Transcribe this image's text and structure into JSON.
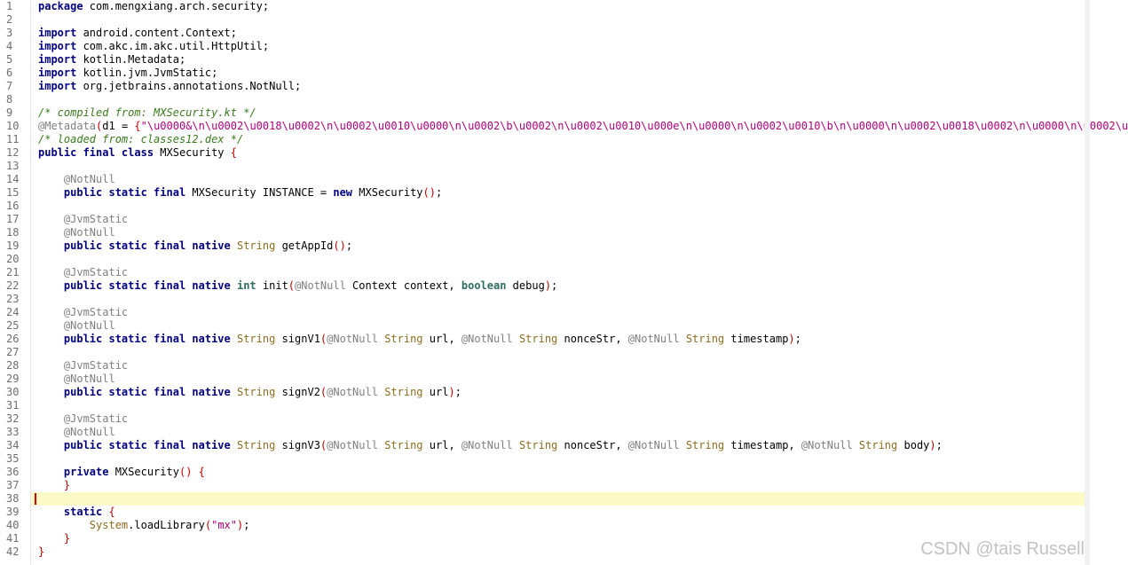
{
  "editor": {
    "lines": [
      {
        "n": "1",
        "t": [
          [
            "kw",
            "package"
          ],
          [
            "ident",
            " com.mengxiang.arch.security;"
          ]
        ]
      },
      {
        "n": "2",
        "t": []
      },
      {
        "n": "3",
        "t": [
          [
            "kw",
            "import"
          ],
          [
            "ident",
            " android.content.Context;"
          ]
        ]
      },
      {
        "n": "4",
        "t": [
          [
            "kw",
            "import"
          ],
          [
            "ident",
            " com.akc.im.akc.util.HttpUtil;"
          ]
        ]
      },
      {
        "n": "5",
        "t": [
          [
            "kw",
            "import"
          ],
          [
            "ident",
            " kotlin.Metadata;"
          ]
        ]
      },
      {
        "n": "6",
        "t": [
          [
            "kw",
            "import"
          ],
          [
            "ident",
            " kotlin.jvm.JvmStatic;"
          ]
        ]
      },
      {
        "n": "7",
        "t": [
          [
            "kw",
            "import"
          ],
          [
            "ident",
            " org.jetbrains.annotations.NotNull;"
          ]
        ]
      },
      {
        "n": "8",
        "t": []
      },
      {
        "n": "9",
        "t": [
          [
            "comment",
            "/* compiled from: MXSecurity.kt */"
          ]
        ]
      },
      {
        "n": "10",
        "t": [
          [
            "anno",
            "@Metadata"
          ],
          [
            "paren",
            "("
          ],
          [
            "ident",
            "d1 = "
          ],
          [
            "paren",
            "{"
          ],
          [
            "string",
            "\"\\u0000&\\n\\u0002\\u0018\\u0002\\n\\u0002\\u0010\\u0000\\n\\u0002\\b\\u0002\\n\\u0002\\u0010\\u000e\\n\\u0000\\n\\u0002\\u0010\\b\\n\\u0000\\n\\u0002\\u0018\\u0002\\n\\u0000\\n\\u0002\\u"
          ]
        ]
      },
      {
        "n": "11",
        "t": [
          [
            "comment",
            "/* loaded from: classes12.dex */"
          ]
        ]
      },
      {
        "n": "12",
        "t": [
          [
            "kw",
            "public final class"
          ],
          [
            "ident",
            " MXSecurity "
          ],
          [
            "paren",
            "{"
          ]
        ]
      },
      {
        "n": "13",
        "t": []
      },
      {
        "n": "14",
        "t": [
          [
            "ident",
            "    "
          ],
          [
            "anno",
            "@NotNull"
          ]
        ]
      },
      {
        "n": "15",
        "t": [
          [
            "ident",
            "    "
          ],
          [
            "kw",
            "public static final"
          ],
          [
            "ident",
            " MXSecurity INSTANCE = "
          ],
          [
            "kw",
            "new"
          ],
          [
            "ident",
            " MXSecurity"
          ],
          [
            "paren",
            "()"
          ],
          [
            "ident",
            ";"
          ]
        ]
      },
      {
        "n": "16",
        "t": []
      },
      {
        "n": "17",
        "t": [
          [
            "ident",
            "    "
          ],
          [
            "anno",
            "@JvmStatic"
          ]
        ]
      },
      {
        "n": "18",
        "t": [
          [
            "ident",
            "    "
          ],
          [
            "anno",
            "@NotNull"
          ]
        ]
      },
      {
        "n": "19",
        "t": [
          [
            "ident",
            "    "
          ],
          [
            "kw",
            "public static final native"
          ],
          [
            "ident",
            " "
          ],
          [
            "type",
            "String"
          ],
          [
            "ident",
            " getAppId"
          ],
          [
            "paren",
            "()"
          ],
          [
            "ident",
            ";"
          ]
        ]
      },
      {
        "n": "20",
        "t": []
      },
      {
        "n": "21",
        "t": [
          [
            "ident",
            "    "
          ],
          [
            "anno",
            "@JvmStatic"
          ]
        ]
      },
      {
        "n": "22",
        "t": [
          [
            "ident",
            "    "
          ],
          [
            "kw",
            "public static final native"
          ],
          [
            "ident",
            " "
          ],
          [
            "kw2",
            "int"
          ],
          [
            "ident",
            " init"
          ],
          [
            "paren",
            "("
          ],
          [
            "anno",
            "@NotNull"
          ],
          [
            "ident",
            " Context context, "
          ],
          [
            "kw2",
            "boolean"
          ],
          [
            "ident",
            " debug"
          ],
          [
            "paren",
            ")"
          ],
          [
            "ident",
            ";"
          ]
        ]
      },
      {
        "n": "23",
        "t": []
      },
      {
        "n": "24",
        "t": [
          [
            "ident",
            "    "
          ],
          [
            "anno",
            "@JvmStatic"
          ]
        ]
      },
      {
        "n": "25",
        "t": [
          [
            "ident",
            "    "
          ],
          [
            "anno",
            "@NotNull"
          ]
        ]
      },
      {
        "n": "26",
        "t": [
          [
            "ident",
            "    "
          ],
          [
            "kw",
            "public static final native"
          ],
          [
            "ident",
            " "
          ],
          [
            "type",
            "String"
          ],
          [
            "ident",
            " signV1"
          ],
          [
            "paren",
            "("
          ],
          [
            "anno",
            "@NotNull"
          ],
          [
            "ident",
            " "
          ],
          [
            "type",
            "String"
          ],
          [
            "ident",
            " url, "
          ],
          [
            "anno",
            "@NotNull"
          ],
          [
            "ident",
            " "
          ],
          [
            "type",
            "String"
          ],
          [
            "ident",
            " nonceStr, "
          ],
          [
            "anno",
            "@NotNull"
          ],
          [
            "ident",
            " "
          ],
          [
            "type",
            "String"
          ],
          [
            "ident",
            " timestamp"
          ],
          [
            "paren",
            ")"
          ],
          [
            "ident",
            ";"
          ]
        ]
      },
      {
        "n": "27",
        "t": []
      },
      {
        "n": "28",
        "t": [
          [
            "ident",
            "    "
          ],
          [
            "anno",
            "@JvmStatic"
          ]
        ]
      },
      {
        "n": "29",
        "t": [
          [
            "ident",
            "    "
          ],
          [
            "anno",
            "@NotNull"
          ]
        ]
      },
      {
        "n": "30",
        "t": [
          [
            "ident",
            "    "
          ],
          [
            "kw",
            "public static final native"
          ],
          [
            "ident",
            " "
          ],
          [
            "type",
            "String"
          ],
          [
            "ident",
            " signV2"
          ],
          [
            "paren",
            "("
          ],
          [
            "anno",
            "@NotNull"
          ],
          [
            "ident",
            " "
          ],
          [
            "type",
            "String"
          ],
          [
            "ident",
            " url"
          ],
          [
            "paren",
            ")"
          ],
          [
            "ident",
            ";"
          ]
        ]
      },
      {
        "n": "31",
        "t": []
      },
      {
        "n": "32",
        "t": [
          [
            "ident",
            "    "
          ],
          [
            "anno",
            "@JvmStatic"
          ]
        ]
      },
      {
        "n": "33",
        "t": [
          [
            "ident",
            "    "
          ],
          [
            "anno",
            "@NotNull"
          ]
        ]
      },
      {
        "n": "34",
        "t": [
          [
            "ident",
            "    "
          ],
          [
            "kw",
            "public static final native"
          ],
          [
            "ident",
            " "
          ],
          [
            "type",
            "String"
          ],
          [
            "ident",
            " signV3"
          ],
          [
            "paren",
            "("
          ],
          [
            "anno",
            "@NotNull"
          ],
          [
            "ident",
            " "
          ],
          [
            "type",
            "String"
          ],
          [
            "ident",
            " url, "
          ],
          [
            "anno",
            "@NotNull"
          ],
          [
            "ident",
            " "
          ],
          [
            "type",
            "String"
          ],
          [
            "ident",
            " nonceStr, "
          ],
          [
            "anno",
            "@NotNull"
          ],
          [
            "ident",
            " "
          ],
          [
            "type",
            "String"
          ],
          [
            "ident",
            " timestamp, "
          ],
          [
            "anno",
            "@NotNull"
          ],
          [
            "ident",
            " "
          ],
          [
            "type",
            "String"
          ],
          [
            "ident",
            " body"
          ],
          [
            "paren",
            ")"
          ],
          [
            "ident",
            ";"
          ]
        ]
      },
      {
        "n": "35",
        "t": []
      },
      {
        "n": "36",
        "t": [
          [
            "ident",
            "    "
          ],
          [
            "kw",
            "private"
          ],
          [
            "ident",
            " MXSecurity"
          ],
          [
            "paren",
            "() {"
          ]
        ]
      },
      {
        "n": "37",
        "t": [
          [
            "ident",
            "    "
          ],
          [
            "paren",
            "}"
          ]
        ]
      },
      {
        "n": "38",
        "t": [],
        "current": true
      },
      {
        "n": "39",
        "t": [
          [
            "ident",
            "    "
          ],
          [
            "kw",
            "static"
          ],
          [
            "ident",
            " "
          ],
          [
            "paren",
            "{"
          ]
        ]
      },
      {
        "n": "40",
        "t": [
          [
            "ident",
            "        "
          ],
          [
            "cls",
            "System"
          ],
          [
            "ident",
            ".loadLibrary"
          ],
          [
            "paren",
            "("
          ],
          [
            "string",
            "\"mx\""
          ],
          [
            "paren",
            ")"
          ],
          [
            "ident",
            ";"
          ]
        ]
      },
      {
        "n": "41",
        "t": [
          [
            "ident",
            "    "
          ],
          [
            "paren",
            "}"
          ]
        ]
      },
      {
        "n": "42",
        "t": [
          [
            "paren",
            "}"
          ]
        ]
      }
    ]
  },
  "watermark": {
    "text": "CSDN @tais Russell"
  }
}
